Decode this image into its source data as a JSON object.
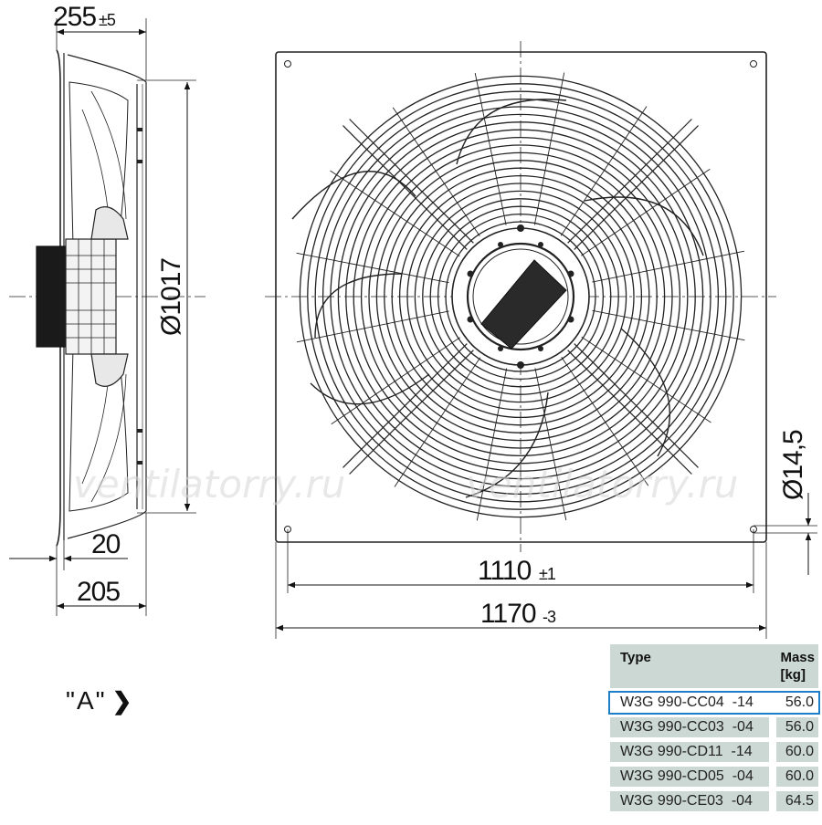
{
  "dimensions": {
    "depth_total": "255",
    "depth_total_tol": "±5",
    "diameter": "Ø1017",
    "hole": "Ø14,5",
    "plate_offset": "20",
    "depth_mount": "205",
    "hole_spacing": "1110",
    "hole_spacing_tol": "±1",
    "plate_width": "1170",
    "plate_width_tol": "-3"
  },
  "watermark": "ventilatorry.ru",
  "view_label": "\"A\"",
  "view_arrow": "❯",
  "table": {
    "header_type": "Type",
    "header_mass": "Mass\n[kg]",
    "rows": [
      {
        "type": "W3G 990-CC04  -14",
        "mass": "56.0",
        "selected": true
      },
      {
        "type": "W3G 990-CC03  -04",
        "mass": "56.0",
        "selected": false
      },
      {
        "type": "W3G 990-CD11  -14",
        "mass": "60.0",
        "selected": false
      },
      {
        "type": "W3G 990-CD05  -04",
        "mass": "60.0",
        "selected": false
      },
      {
        "type": "W3G 990-CE03  -04",
        "mass": "64.5",
        "selected": false
      }
    ]
  },
  "colors": {
    "line": "#222222",
    "table_bg": "#ccd8d4",
    "selection": "#1e7fc8"
  }
}
